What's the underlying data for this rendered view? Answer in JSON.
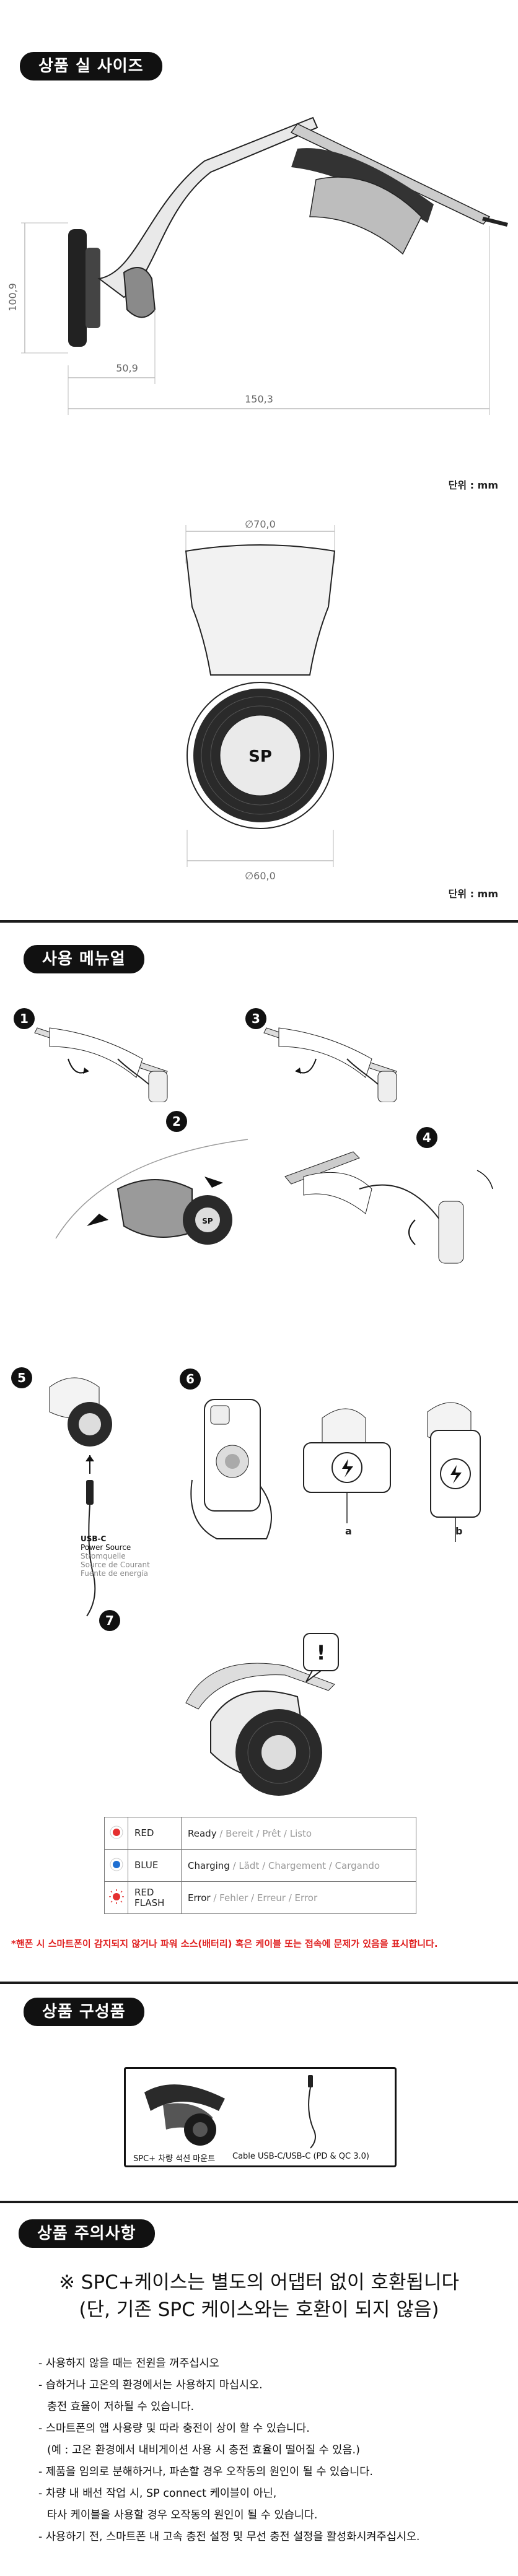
{
  "sections": {
    "size": "상품 실 사이즈",
    "manual": "사용 메뉴얼",
    "components": "상품 구성품",
    "caution": "상품 주의사항"
  },
  "dimensions": {
    "height": "100,9",
    "base_width": "50,9",
    "total_width": "150,3",
    "unit1": "단위 : mm",
    "top_diameter": "∅70,0",
    "bottom_diameter": "∅60,0",
    "unit2": "단위 : mm"
  },
  "steps": [
    "1",
    "2",
    "3",
    "4",
    "5",
    "6",
    "7"
  ],
  "power": {
    "line1": "USB-C",
    "line2": "Power Source",
    "line3": "Stromquelle",
    "line4": "Source de Courant",
    "line5": "Fuente de energía"
  },
  "orientation_labels": [
    "a",
    "b"
  ],
  "alert_mark": "!",
  "legend": [
    {
      "color": "RED",
      "color_hex": "#e53030",
      "status": "Ready",
      "translations": " / Bereit / Prêt / Listo"
    },
    {
      "color": "BLUE",
      "color_hex": "#1f6fd1",
      "status": "Charging",
      "translations": " / Lädt / Chargement / Cargando"
    },
    {
      "color": "RED\nFLASH",
      "color_hex": "#e53030",
      "status": "Error",
      "translations": " / Fehler / Erreur / Error"
    }
  ],
  "warning": "*핸폰 시 스마트폰이 감지되지 않거나 파워 소스(배터리) 혹은 케이블 또는 접속에 문제가 있음을 표시합니다.",
  "components": {
    "item1": "SPC+ 차량 석션 마운트",
    "item2": "Cable USB-C/USB-C (PD & QC 3.0)"
  },
  "notice": {
    "line1": "※ SPC+케이스는 별도의 어댑터 없이 호환됩니다",
    "line2": "(단, 기존 SPC 케이스와는 호환이 되지 않음)"
  },
  "bullets": [
    "- 사용하지 않을 때는 전원을 꺼주십시오",
    "- 습하거나 고온의 환경에서는 사용하지 마십시오.",
    "  충전 효율이 저하될 수 있습니다.",
    "- 스마트폰의 앱 사용량 및 따라 충전이 상이 할 수 있습니다.",
    "  (예 : 고온 환경에서 내비게이션 사용 시 충전 효율이 떨어질 수 있음.)",
    "- 제품을 임의로 분해하거나, 파손할 경우 오작동의 원인이 될 수 있습니다.",
    "- 차량 내 배선 작업 시, SP connect 케이블이 아닌,",
    "  타사 케이블을 사용할 경우 오작동의 원인이 될 수 있습니다.",
    "- 사용하기 전, 스마트폰 내 고속 충전 설정 및 무선 충전 설정을 활성화시켜주십시오."
  ]
}
